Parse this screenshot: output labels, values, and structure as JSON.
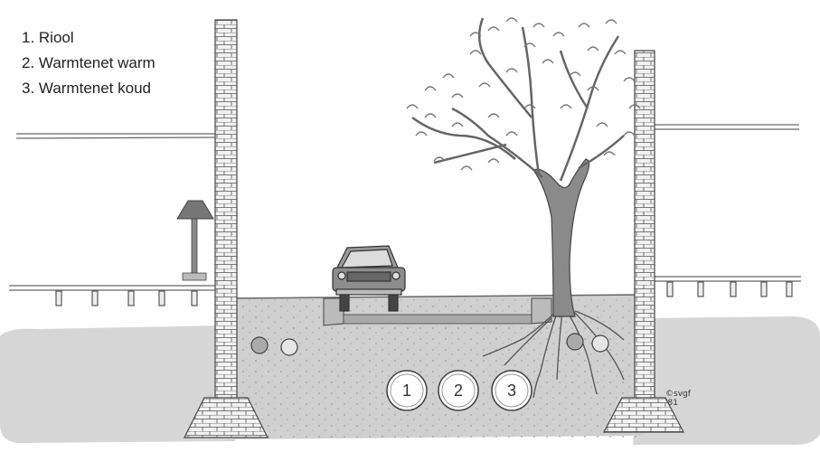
{
  "legend": {
    "item1": "1. Riool",
    "item2": "2. Warmtenet warm",
    "item3": "3. Warmtenet koud"
  },
  "pipes": [
    {
      "label": "1"
    },
    {
      "label": "2"
    },
    {
      "label": "3"
    }
  ],
  "credit": {
    "line1": "©svgf",
    "line2": "'81"
  },
  "colors": {
    "ground": "#d4d4d4",
    "trunk": "#8a8a8a",
    "line": "#444444"
  }
}
